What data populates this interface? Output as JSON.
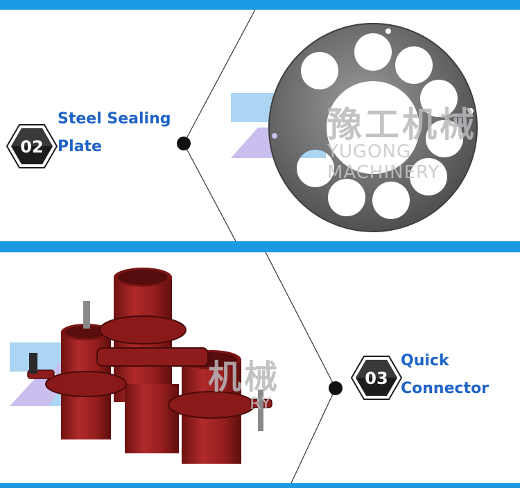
{
  "panels": [
    {
      "badge_number": "02",
      "label_line1": "Steel Sealing",
      "label_line2": "Plate",
      "watermark_cn": "豫工机械",
      "watermark_en": "YUGONG MACHINERY",
      "image": "steel-sealing-plate"
    },
    {
      "badge_number": "03",
      "label_line1": "Quick",
      "label_line2": "Connector",
      "watermark_cn": "机械",
      "watermark_en": "RY",
      "image": "quick-connector"
    }
  ],
  "colors": {
    "band": "#1a9ae3",
    "label": "#1f63c6",
    "badge": "#1c1c1c",
    "connector_red": "#9e1f1f"
  }
}
